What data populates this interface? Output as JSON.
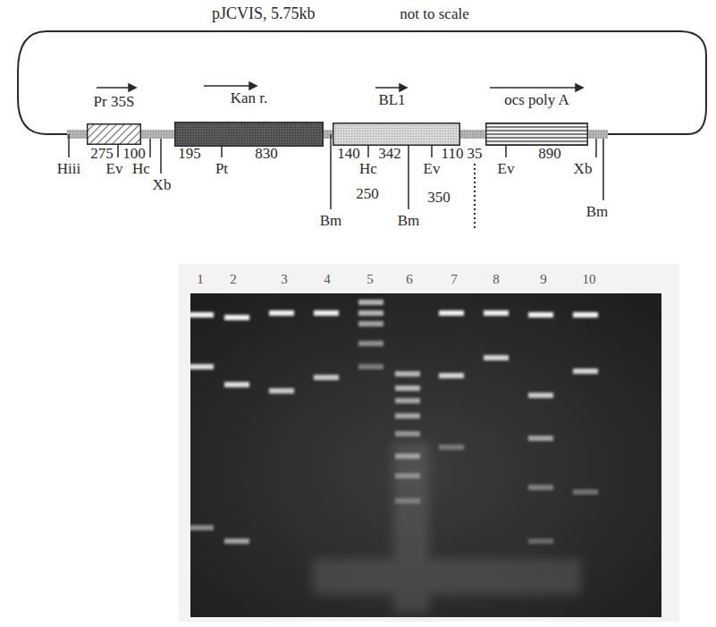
{
  "diagram": {
    "title": "pJCVIS, 5.75kb",
    "nodes": [
      {
        "text": [
          "Pr 35S"
        ]
      },
      {
        "text": [
          "Kan r."
        ]
      },
      {
        "text": [
          "BL1"
        ]
      },
      {
        "text": [
          "ocs poly A"
        ]
      }
    ],
    "labels": [
      "not to scale",
      "275",
      "100",
      "195",
      "830",
      "140",
      "342",
      "110",
      "35",
      "890",
      "Hiii",
      "Ev",
      "Hc",
      "Xb",
      "Pt",
      "Bm",
      "Hc",
      "Bm",
      "Ev",
      "250",
      "350",
      "Ev",
      "Xb",
      "Bm",
      "1",
      "2",
      "3",
      "4",
      "5",
      "6",
      "7",
      "8",
      "9",
      "10"
    ]
  }
}
